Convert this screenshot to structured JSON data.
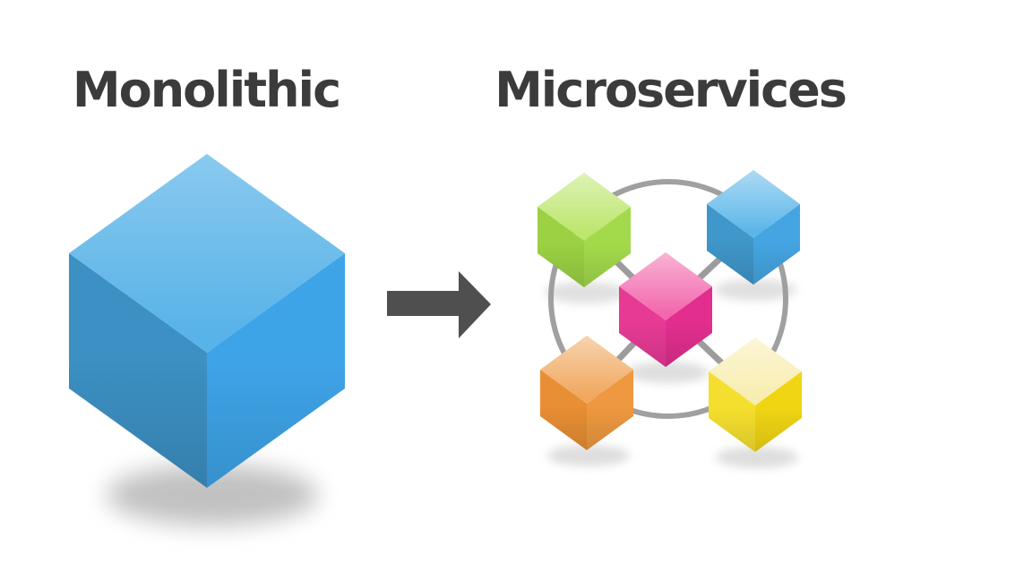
{
  "canvas": {
    "background": "#ffffff",
    "title_color": "#3b3b3b"
  },
  "left_panel": {
    "title": "Monolithic",
    "cube": {
      "color_name": "blue",
      "top": "#58b3e8",
      "left": "#3c90c3",
      "right": "#3ea4e8"
    }
  },
  "arrow": {
    "direction": "right",
    "color": "#4f4f4f"
  },
  "right_panel": {
    "title": "Microservices",
    "ring_color": "#a0a0a0",
    "connector_color": "#9c9c9c",
    "services": [
      {
        "position": "top-left",
        "color_name": "green",
        "top": "#bce66c",
        "left": "#9bd143",
        "right": "#a3da4b"
      },
      {
        "position": "top-right",
        "color_name": "blue",
        "top": "#5cb6e9",
        "left": "#3f97ca",
        "right": "#45a5e2"
      },
      {
        "position": "center",
        "color_name": "pink",
        "top": "#f368ad",
        "left": "#e73a95",
        "right": "#e22e8e"
      },
      {
        "position": "bottom-left",
        "color_name": "orange",
        "top": "#f0a85e",
        "left": "#e88e34",
        "right": "#ee9940"
      },
      {
        "position": "bottom-right",
        "color_name": "yellow",
        "top": "#f8edaf",
        "left": "#f5df2e",
        "right": "#f0d513"
      }
    ]
  }
}
